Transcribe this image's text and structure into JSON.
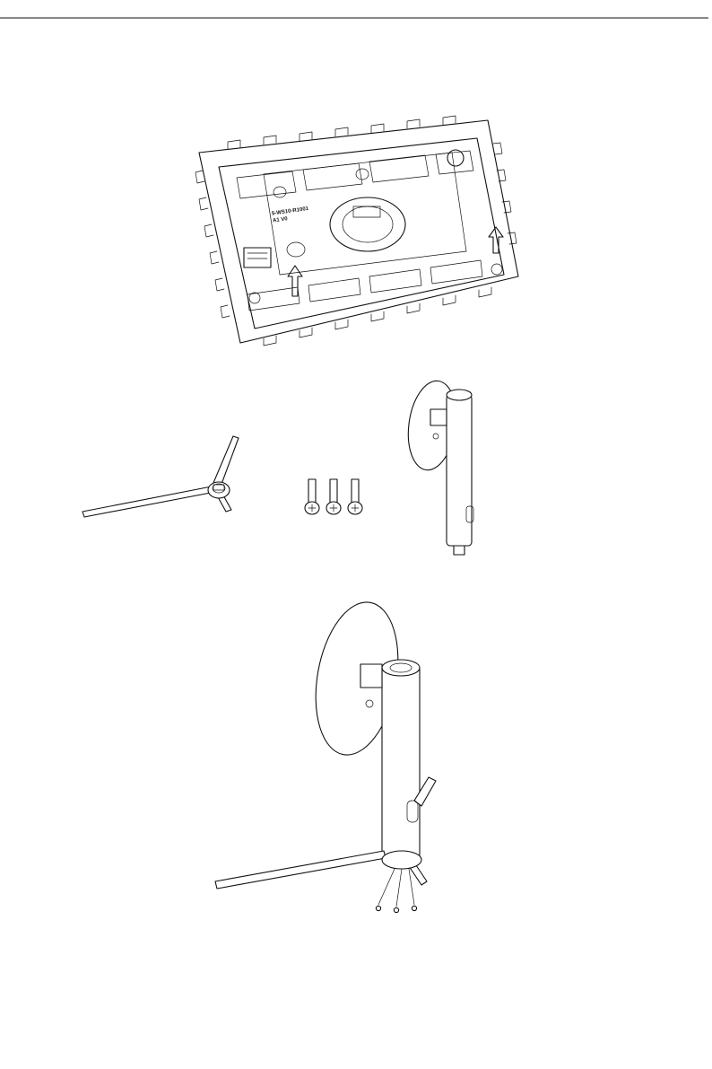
{
  "page": {
    "background": "#ffffff",
    "line_color": "#111111"
  },
  "foam_packaging": {
    "stamp_line_1": "5-WS10-R1001",
    "stamp_line_2": "A1 V0",
    "arrow_icon": "up-arrow-icon"
  },
  "parts": {
    "base": "stand-base",
    "screws": "screws",
    "screw_count": 3,
    "arm": "stand-arm"
  },
  "assembly": {
    "screw_count": 3,
    "screw_icon": "screw-icon"
  }
}
